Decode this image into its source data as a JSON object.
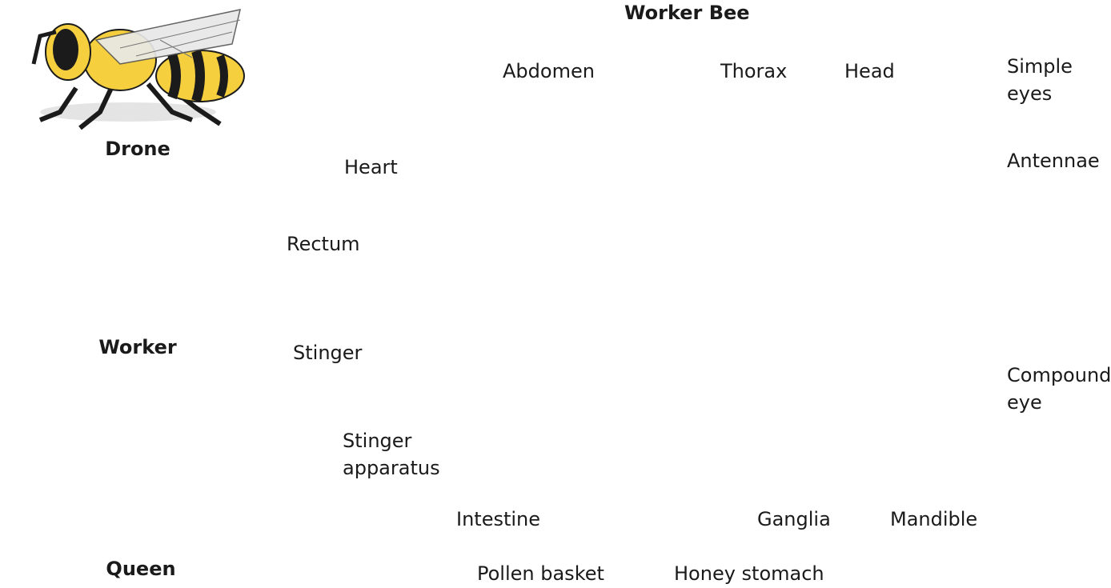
{
  "title": "Worker Bee",
  "castes": {
    "drone": "Drone",
    "worker": "Worker",
    "queen": "Queen"
  },
  "labels": {
    "abdomen": "Abdomen",
    "thorax": "Thorax",
    "head": "Head",
    "simple_eyes_1": "Simple",
    "simple_eyes_2": "eyes",
    "antennae": "Antennae",
    "heart": "Heart",
    "rectum": "Rectum",
    "stinger": "Stinger",
    "stinger_apparatus_1": "Stinger",
    "stinger_apparatus_2": "apparatus",
    "intestine": "Intestine",
    "pollen_basket": "Pollen basket",
    "honey_stomach": "Honey stomach",
    "ganglia": "Ganglia",
    "mandible": "Mandible",
    "compound_eye_1": "Compound",
    "compound_eye_2": "eye"
  },
  "colors": {
    "yellow": "#f5cf3e",
    "black": "#1b1b1b",
    "orange": "#f0a030",
    "gray_body": "#a7a7a7",
    "heart_red": "#d62a1a",
    "nerve_blue": "#2a78c8",
    "gut_tan": "#f4d79a",
    "honey_orange": "#f5b84a"
  }
}
